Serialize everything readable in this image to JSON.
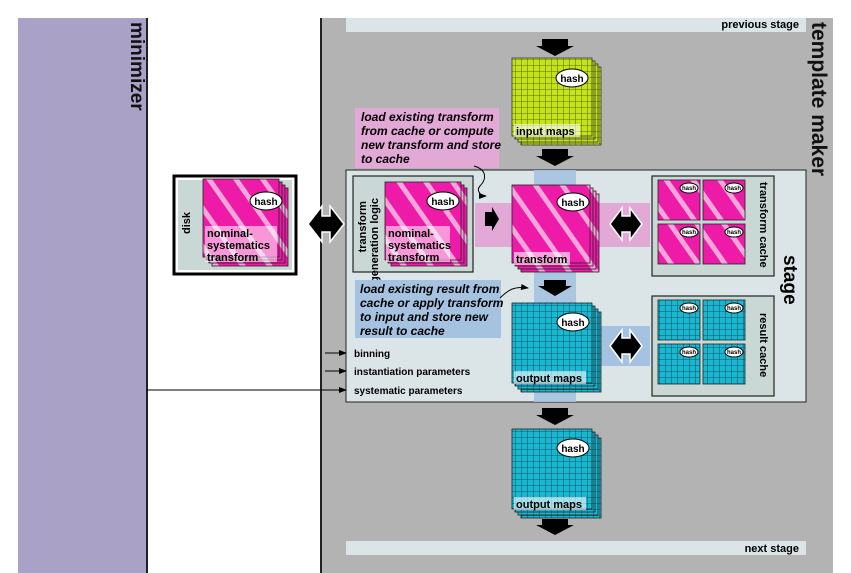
{
  "minimizer": {
    "title": "minimizer"
  },
  "template_maker": {
    "title": "template maker",
    "previous_stage": "previous stage",
    "next_stage": "next stage"
  },
  "stage": {
    "title": "stage",
    "inputs": [
      "binning",
      "instantiation parameters",
      "systematic parameters"
    ]
  },
  "disk": {
    "label": "disk",
    "transform_label": "nominal-\nsystematics\ntransform",
    "hash": "hash"
  },
  "transform_logic": {
    "label": "transform\ngeneration logic",
    "transform_label": "nominal-\nsystematics\ntransform",
    "hash": "hash"
  },
  "input_maps": {
    "label": "input maps",
    "hash": "hash"
  },
  "transform": {
    "label": "transform",
    "hash": "hash"
  },
  "output_maps_stage": {
    "label": "output maps",
    "hash": "hash"
  },
  "output_maps_final": {
    "label": "output maps",
    "hash": "hash"
  },
  "transform_cache": {
    "label": "transform cache",
    "hash": "hash"
  },
  "result_cache": {
    "label": "result cache",
    "hash": "hash"
  },
  "notes": {
    "transform_note": "load existing transform\nfrom cache or compute\nnew transform and store\nto cache",
    "result_note": "load existing result from\ncache or apply transform\nto input and store new\nresult to cache"
  },
  "colors": {
    "minimizer": "#a9a1c6",
    "template_maker": "#b3b3b3",
    "stage": "#dbe5e8",
    "magenta": "#ee1aa8",
    "cyan": "#19b7d1",
    "lime": "#c5e31b",
    "pink_band": "#e2a9d6",
    "blue_band": "#a5c2e0"
  }
}
